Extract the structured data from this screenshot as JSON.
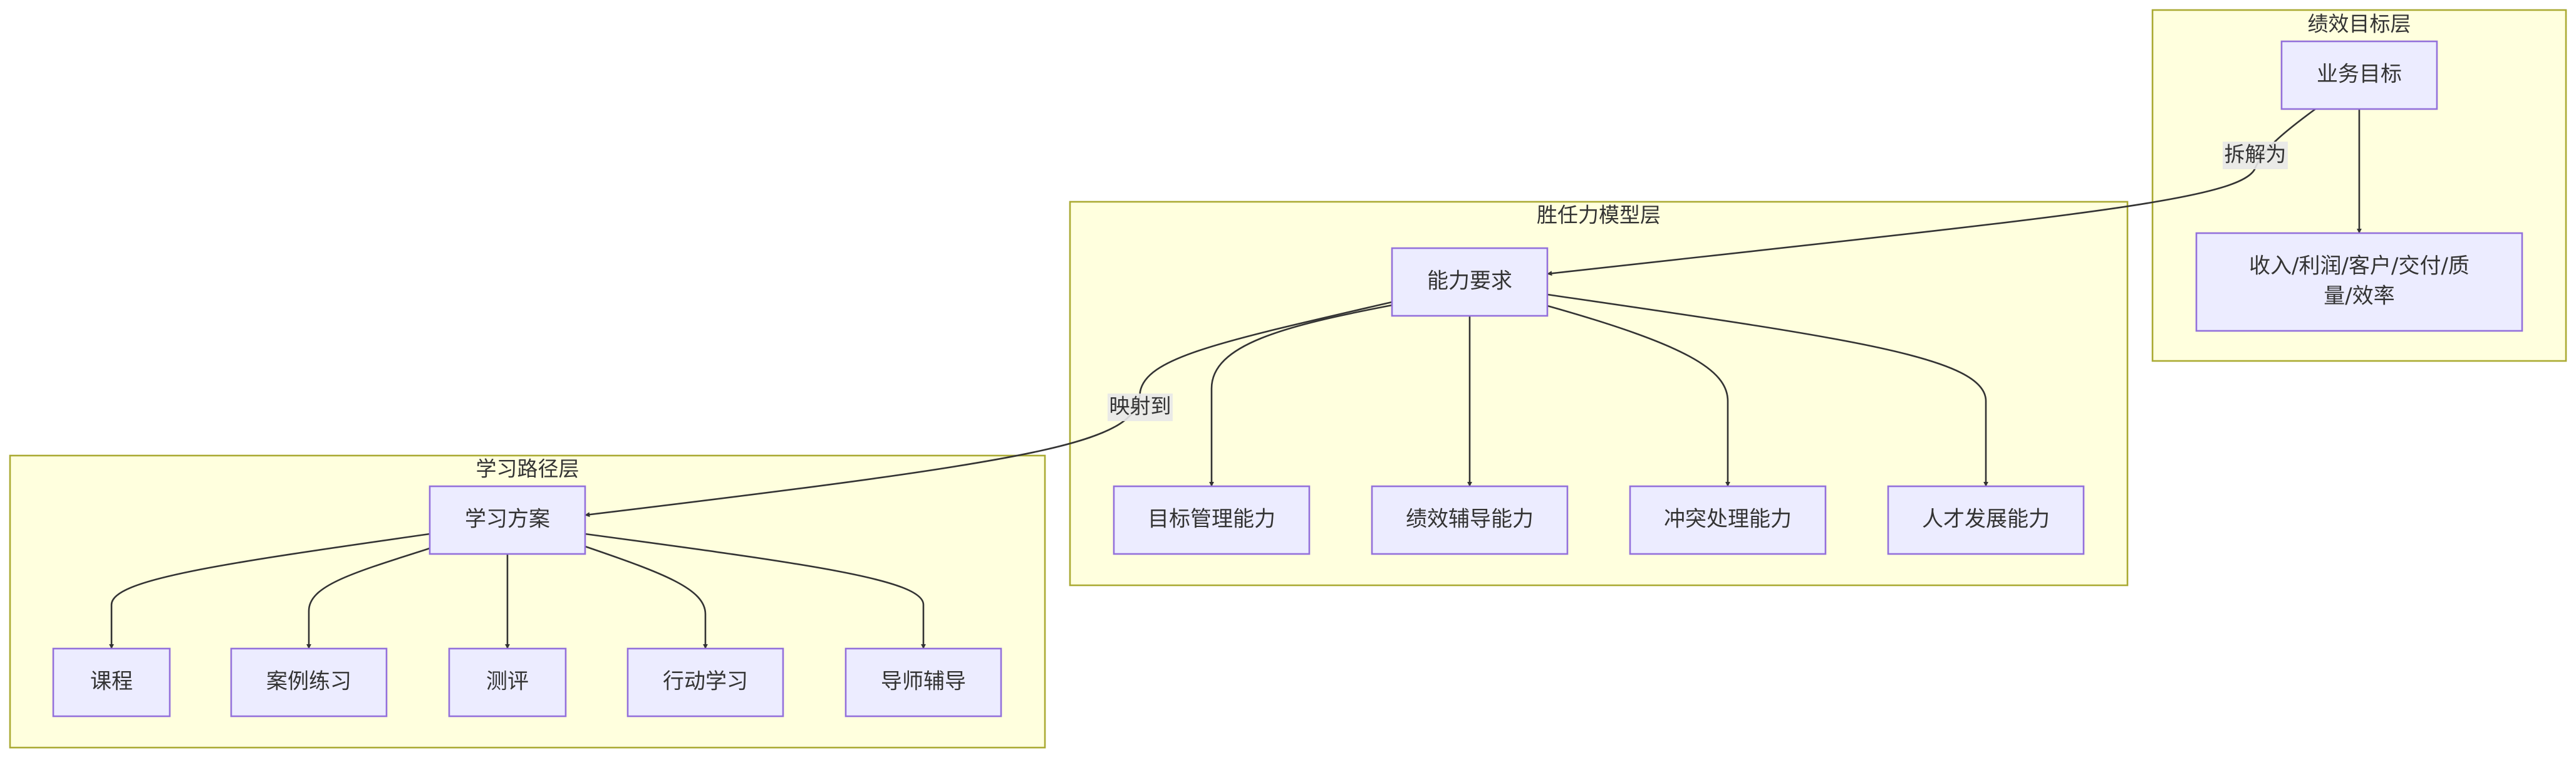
{
  "clusters": {
    "performance": {
      "label": "绩效目标层"
    },
    "competency": {
      "label": "胜任力模型层"
    },
    "learning": {
      "label": "学习路径层"
    }
  },
  "nodes": {
    "biz_goal": {
      "label": "业务目标"
    },
    "kpis": {
      "line1": "收入/利润/客户/交付/质",
      "line2": "量/效率"
    },
    "ability_req": {
      "label": "能力要求"
    },
    "goal_mgmt": {
      "label": "目标管理能力"
    },
    "perf_coach": {
      "label": "绩效辅导能力"
    },
    "conflict": {
      "label": "冲突处理能力"
    },
    "talent_dev": {
      "label": "人才发展能力"
    },
    "learning_plan": {
      "label": "学习方案"
    },
    "course": {
      "label": "课程"
    },
    "case_practice": {
      "label": "案例练习"
    },
    "assessment": {
      "label": "测评"
    },
    "action_learning": {
      "label": "行动学习"
    },
    "mentor": {
      "label": "导师辅导"
    }
  },
  "edges": {
    "decompose": {
      "label": "拆解为"
    },
    "map_to": {
      "label": "映射到"
    }
  },
  "colors": {
    "cluster_fill": "#ffffde",
    "cluster_stroke": "#aaaa33",
    "node_fill": "#ececff",
    "node_stroke": "#9370db",
    "edge": "#333333",
    "text": "#333333"
  }
}
